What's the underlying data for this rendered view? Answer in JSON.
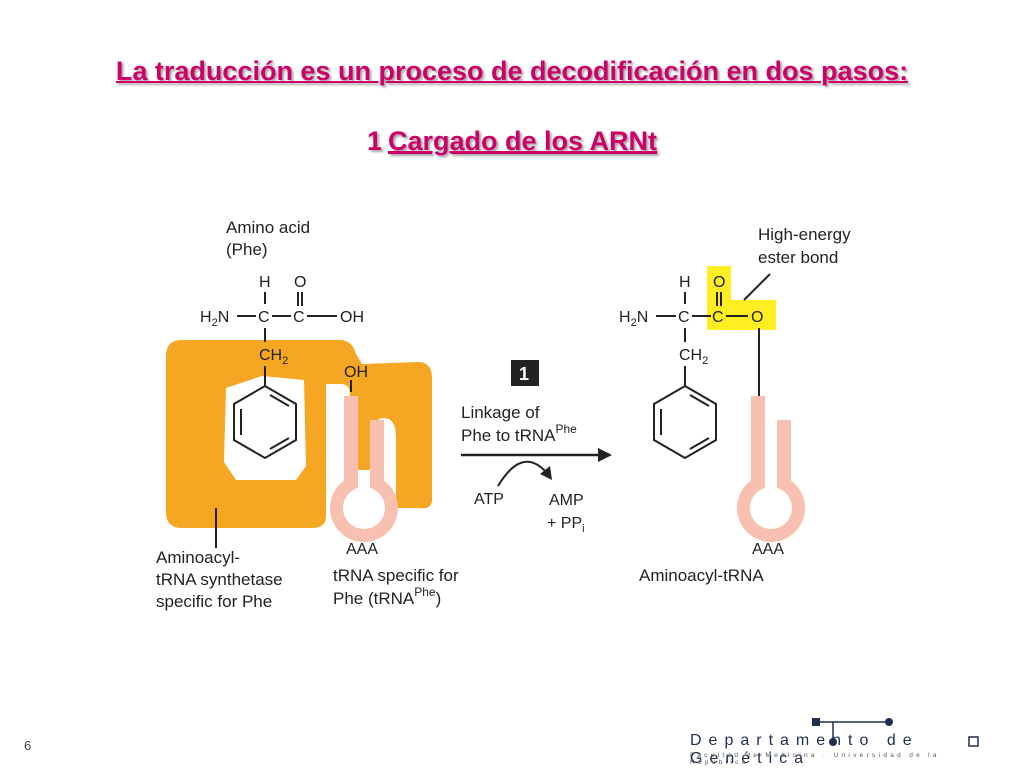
{
  "slide": {
    "title_line1": "La traducción es un proceso de decodificación en dos pasos:",
    "title_line2_num": "1",
    "title_line2_text": "Cargado de los ARNt",
    "page_number": "6"
  },
  "diagram": {
    "amino_acid_label_1": "Amino acid",
    "amino_acid_label_2": "(Phe)",
    "atom_H": "H",
    "atom_O": "O",
    "atom_H2N_main": "H",
    "atom_H2N_sub": "2",
    "atom_H2N_end": "N",
    "atom_C": "C",
    "atom_OH": "OH",
    "atom_CH2_main": "CH",
    "atom_CH2_sub": "2",
    "trna_OH": "OH",
    "anticodon": "AAA",
    "step_number": "1",
    "linkage_line1": "Linkage of",
    "linkage_line2": "Phe to tRNA",
    "linkage_sup": "Phe",
    "atp": "ATP",
    "amp": "AMP",
    "ppi_main": "+ PP",
    "ppi_sub": "i",
    "high_energy_1": "High-energy",
    "high_energy_2": "ester bond",
    "synthetase_1": "Aminoacyl-",
    "synthetase_2": "tRNA synthetase",
    "synthetase_3": "specific for Phe",
    "trna_specific_1": "tRNA specific for",
    "trna_specific_2a": "Phe (tRNA",
    "trna_specific_2sup": "Phe",
    "trna_specific_2b": ")",
    "aminoacyl_trna": "Aminoacyl-tRNA",
    "colors": {
      "enzyme": "#f5a623",
      "trna": "#f8c0b0",
      "highlight": "#ffee22",
      "title": "#cc0066",
      "step_badge": "#222222"
    }
  },
  "logo": {
    "name": "Departamento de Genética",
    "subtitle": "Facultad de Medicina · Universidad de la República"
  }
}
